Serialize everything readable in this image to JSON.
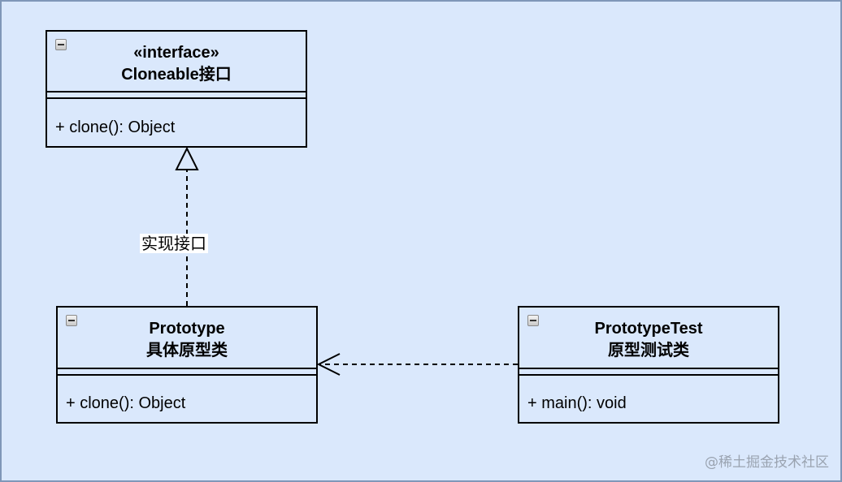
{
  "diagram": {
    "classes": [
      {
        "id": "cloneable",
        "stereotype": "«interface»",
        "name": "Cloneable接口",
        "methods": [
          "+ clone(): Object"
        ]
      },
      {
        "id": "prototype",
        "name": "Prototype",
        "subtitle": "具体原型类",
        "methods": [
          "+ clone(): Object"
        ]
      },
      {
        "id": "prototype-test",
        "name": "PrototypeTest",
        "subtitle": "原型测试类",
        "methods": [
          "+ main(): void"
        ]
      }
    ],
    "relations": [
      {
        "from": "prototype",
        "to": "cloneable",
        "type": "realization",
        "label": "实现接口"
      },
      {
        "from": "prototype-test",
        "to": "prototype",
        "type": "dependency",
        "label": ""
      }
    ],
    "colors": {
      "fill": "#dae8fc",
      "stroke": "#000000",
      "frame": "#7f97b8"
    }
  },
  "watermark": "@稀土掘金技术社区"
}
